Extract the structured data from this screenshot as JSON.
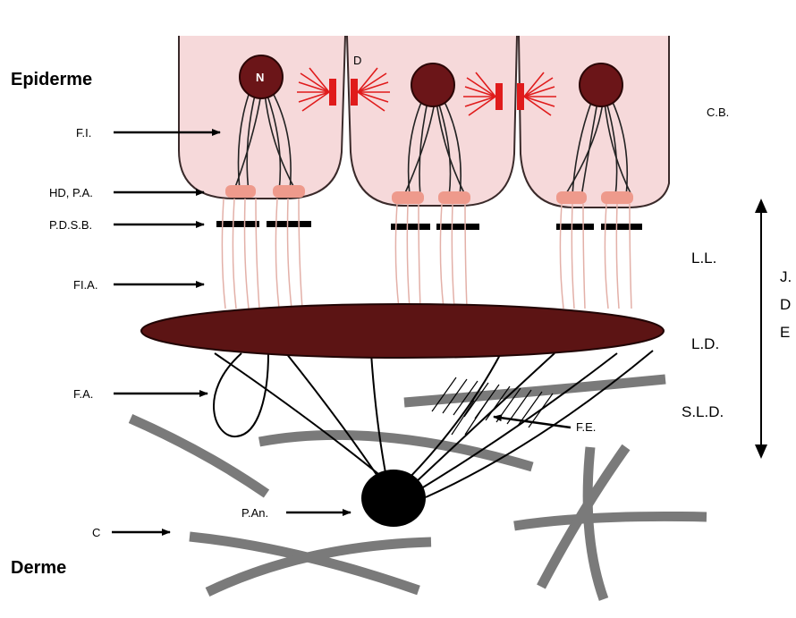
{
  "labels": {
    "epiderme": "Epiderme",
    "derme": "Derme",
    "n": "N",
    "d": "D",
    "cb": "C.B.",
    "fi": "F.I.",
    "hd_pa": "HD, P.A.",
    "pdsb": "P.D.S.B.",
    "fia": "FI.A.",
    "fa": "F.A.",
    "c": "C",
    "pan": "P.An.",
    "fe": "F.E.",
    "ll": "L.L.",
    "ld": "L.D.",
    "sld": "S.L.D.",
    "jde_line1": "J.",
    "jde_line2": "D",
    "jde_line3": "E"
  },
  "colors": {
    "cell_fill": "#f6d9da",
    "cell_stroke": "#3a2a2a",
    "nucleus": "#6b1518",
    "desmosome": "#e01b1b",
    "hemidesmosome": "#ee9a8c",
    "lamina_densa": "#5c1414",
    "collagen": "#7a7a7a",
    "anchoring_fibril_line": "#e3b0a8",
    "black": "#000000"
  }
}
